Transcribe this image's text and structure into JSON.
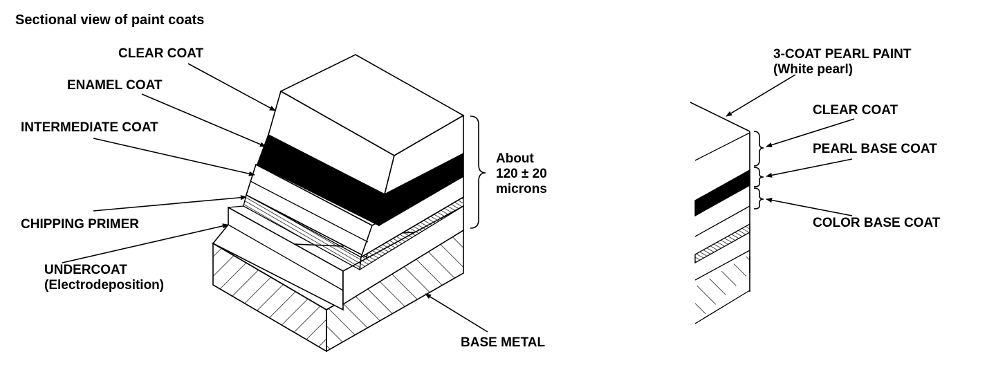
{
  "title": "Sectional view of paint coats",
  "left_diagram": {
    "labels": {
      "clear_coat": "CLEAR COAT",
      "enamel_coat": "ENAMEL COAT",
      "intermediate_coat": "INTERMEDIATE COAT",
      "chipping_primer": "CHIPPING PRIMER",
      "undercoat": "UNDERCOAT",
      "undercoat_sub": "(Electrodeposition)",
      "base_metal": "BASE METAL"
    },
    "thickness": {
      "line1": "About",
      "line2": "120 ± 20",
      "line3": "microns"
    }
  },
  "right_diagram": {
    "labels": {
      "paint_name": "3-COAT PEARL PAINT",
      "paint_sub": "(White pearl)",
      "clear_coat": "CLEAR COAT",
      "pearl_base_coat": "PEARL BASE COAT",
      "color_base_coat": "COLOR BASE COAT"
    }
  }
}
